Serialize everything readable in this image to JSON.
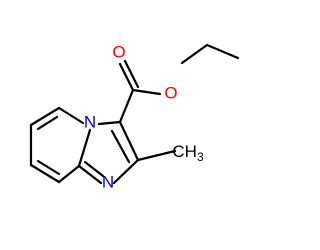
{
  "molecule": {
    "atom_labels": {
      "carbonyl_oxygen": "O",
      "ester_oxygen": "O",
      "ring_nitrogen_bridge": "N",
      "ring_nitrogen_imidazole": "N",
      "methyl_main": "CH",
      "methyl_subscript": "3"
    },
    "colors": {
      "oxygen": "#ff0000",
      "nitrogen": "#0000c8",
      "bond": "#000000"
    }
  }
}
